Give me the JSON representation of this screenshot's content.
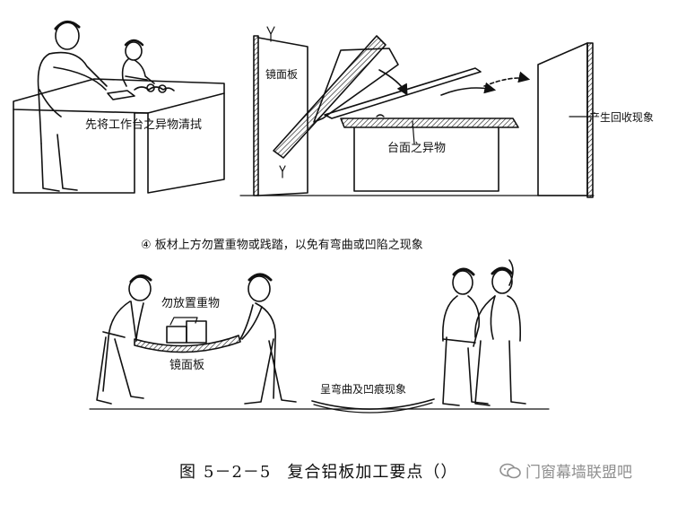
{
  "labels": {
    "clean_table": "先将工作台之异物清拭",
    "mirror_panel_top": "镜面板",
    "table_foreign": "台面之异物",
    "rebound": "产生回收现象",
    "rule4": "④ 板材上方勿置重物或践踏，以免有弯曲或凹陷之现象",
    "no_heavy": "勿放置重物",
    "mirror_panel_bottom": "镜面板",
    "bent": "呈弯曲及凹痕现象"
  },
  "caption": {
    "fig": "图",
    "number": "5－2－5",
    "title": "复合铝板加工要点（",
    "close": "）"
  },
  "watermark": {
    "text": "门窗幕墙联盟吧",
    "icon": "wechat-logo-icon"
  },
  "colors": {
    "ink": "#111111",
    "watermark": "#8f8f8f",
    "paper": "#ffffff"
  }
}
